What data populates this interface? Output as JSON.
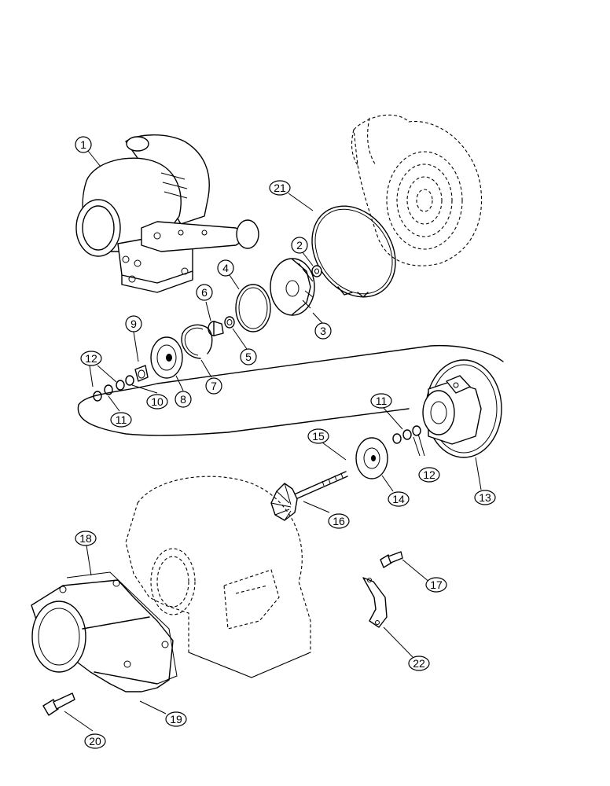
{
  "callouts": {
    "c1": "1",
    "c2": "2",
    "c3": "3",
    "c4": "4",
    "c5": "5",
    "c6": "6",
    "c7": "7",
    "c8": "8",
    "c9": "9",
    "c10": "10",
    "c11a": "11",
    "c11b": "11",
    "c12a": "12",
    "c12b": "12",
    "c13": "13",
    "c14": "14",
    "c15": "15",
    "c16": "16",
    "c17": "17",
    "c18": "18",
    "c19": "19",
    "c20": "20",
    "c21": "21",
    "c22": "22"
  }
}
